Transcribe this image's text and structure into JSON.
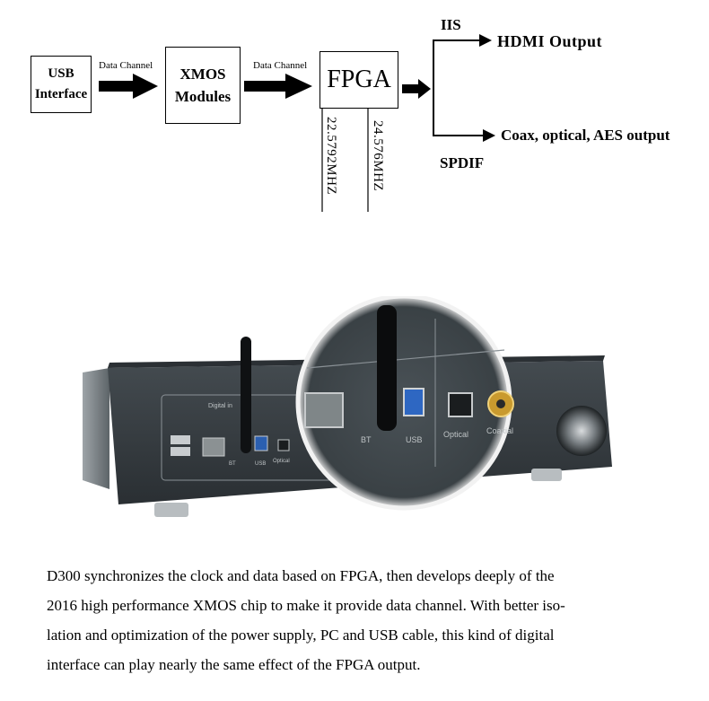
{
  "diagram": {
    "usb_interface_line1": "USB",
    "usb_interface_line2": "Interface",
    "data_channel_1": "Data Channel",
    "xmos_line1": "XMOS",
    "xmos_line2": "Modules",
    "data_channel_2": "Data Channel",
    "fpga": "FPGA",
    "clock_1": "22.5792MHZ",
    "clock_2": "24.576MHZ",
    "iis": "IIS",
    "hdmi_output": "HDMI Output",
    "coax_output": "Coax, optical, AES output",
    "spdif": "SPDIF"
  },
  "photo": {
    "panel_labels": {
      "digital_in": "Digital in",
      "bt": "BT",
      "usb": "USB",
      "optical": "Optical",
      "coaxial": "Coaxial"
    }
  },
  "caption": {
    "line1": "D300 synchronizes the clock and data based on FPGA, then develops deeply of the",
    "line2": "2016 high performance XMOS chip to make it provide data channel. With better iso-",
    "line3": "lation and optimization of the power supply, PC and USB cable, this kind of digital",
    "line4": "interface can play nearly the same effect of the FPGA output."
  }
}
